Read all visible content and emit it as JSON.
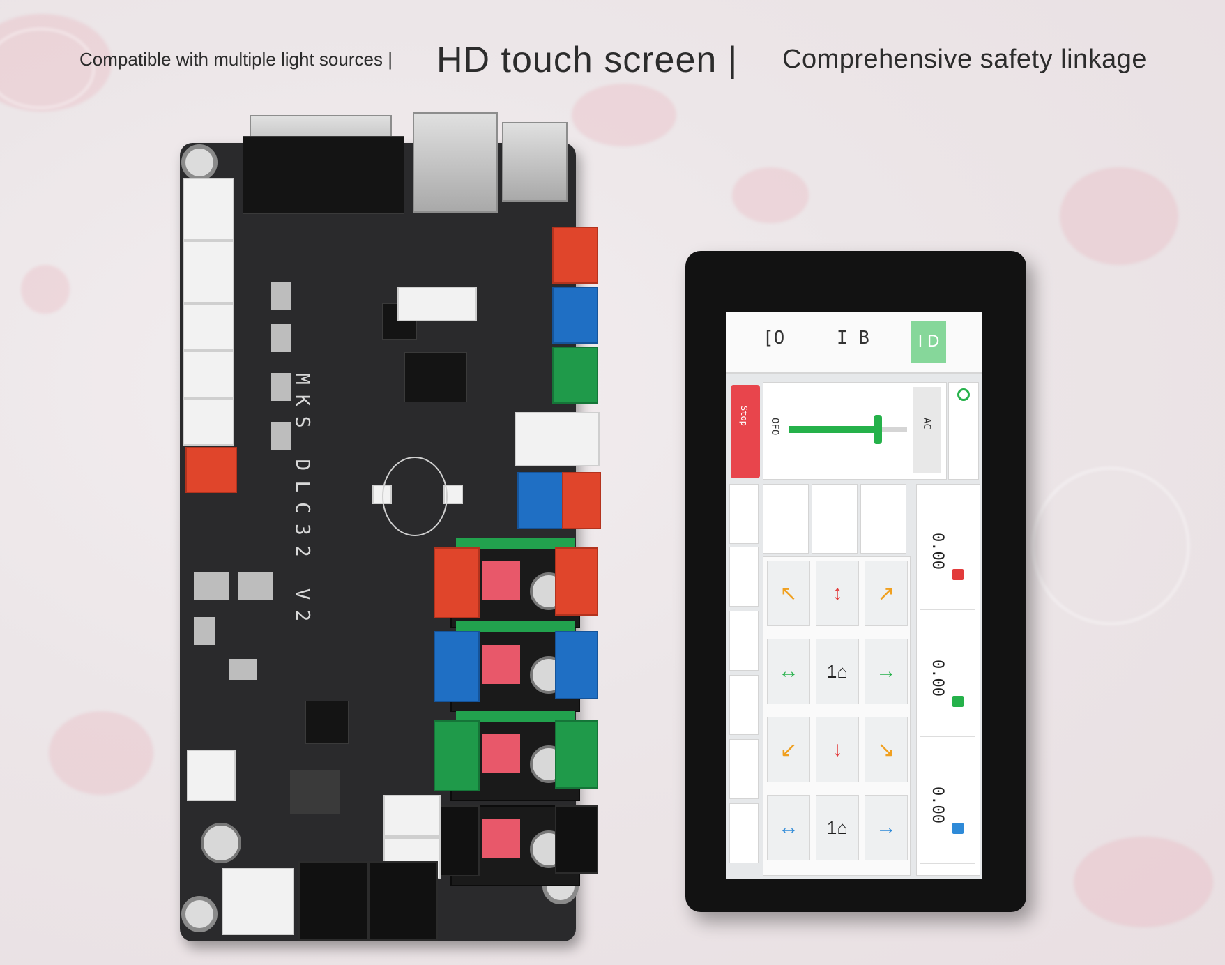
{
  "headlines": {
    "left": "Compatible with multiple light sources",
    "center": "HD touch screen",
    "right": "Comprehensive safety linkage",
    "separator": "|"
  },
  "board": {
    "silkscreen_label": "MKS DLC32 V2"
  },
  "touch_screen": {
    "tabs": [
      {
        "label": "[O"
      },
      {
        "label": "I B"
      },
      {
        "label": "I D"
      }
    ],
    "stop_button_label": "Stop",
    "slider_label_left": "OFO",
    "slider_label_right": "AC",
    "slider_level": 0.75,
    "jog_grid": [
      {
        "symbol": "↖",
        "color_name": "orange"
      },
      {
        "symbol": "↕",
        "color_name": "red"
      },
      {
        "symbol": "↗",
        "color_name": "orange"
      },
      {
        "symbol": "↔",
        "color_name": "green"
      },
      {
        "symbol": "1⌂",
        "color_name": "dark"
      },
      {
        "symbol": "→",
        "color_name": "green"
      },
      {
        "symbol": "↙",
        "color_name": "orange"
      },
      {
        "symbol": "↓",
        "color_name": "red"
      },
      {
        "symbol": "↘",
        "color_name": "orange"
      },
      {
        "symbol": "↔",
        "color_name": "blue"
      },
      {
        "symbol": "1⌂",
        "color_name": "dark"
      },
      {
        "symbol": "→",
        "color_name": "blue"
      }
    ],
    "readouts": [
      {
        "value": "0.00",
        "badge_color": "#e23b3b"
      },
      {
        "value": "0.00",
        "badge_color": "#25b14a"
      },
      {
        "value": "0.00",
        "badge_color": "#2e8ad8"
      }
    ],
    "colors": {
      "stop": "#e8454c",
      "slider": "#25b14a",
      "active_tab": "#86d79a"
    }
  }
}
